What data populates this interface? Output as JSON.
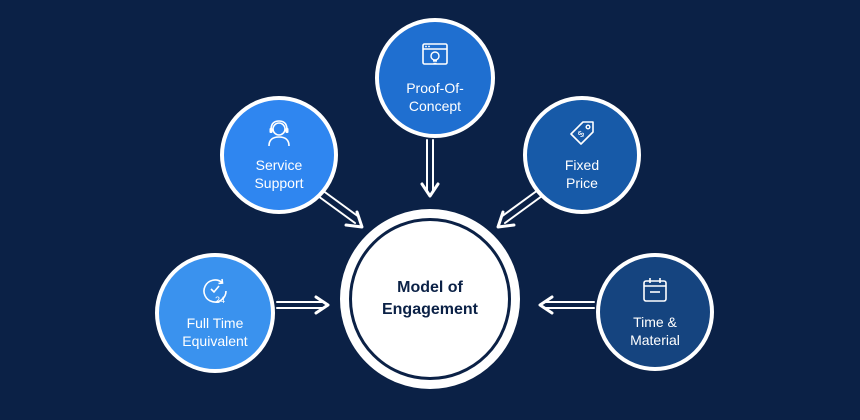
{
  "center": {
    "label_line1": "Model of",
    "label_line2": "Engagement"
  },
  "nodes": {
    "poc": {
      "line1": "Proof-Of-",
      "line2": "Concept",
      "icon": "browser-bulb-icon"
    },
    "service": {
      "line1": "Service",
      "line2": "Support",
      "icon": "headset-agent-icon"
    },
    "fixed": {
      "line1": "Fixed",
      "line2": "Price",
      "icon": "price-tag-icon"
    },
    "fte": {
      "line1": "Full Time",
      "line2": "Equivalent",
      "icon": "clock-24-icon"
    },
    "tm": {
      "line1": "Time &",
      "line2": "Material",
      "icon": "calendar-icon"
    }
  },
  "colors": {
    "background": "#0b2146",
    "poc": "#1f6fd0",
    "service": "#2f86f0",
    "fixed": "#175aa8",
    "fte": "#3a92ee",
    "tm": "#15447f"
  }
}
